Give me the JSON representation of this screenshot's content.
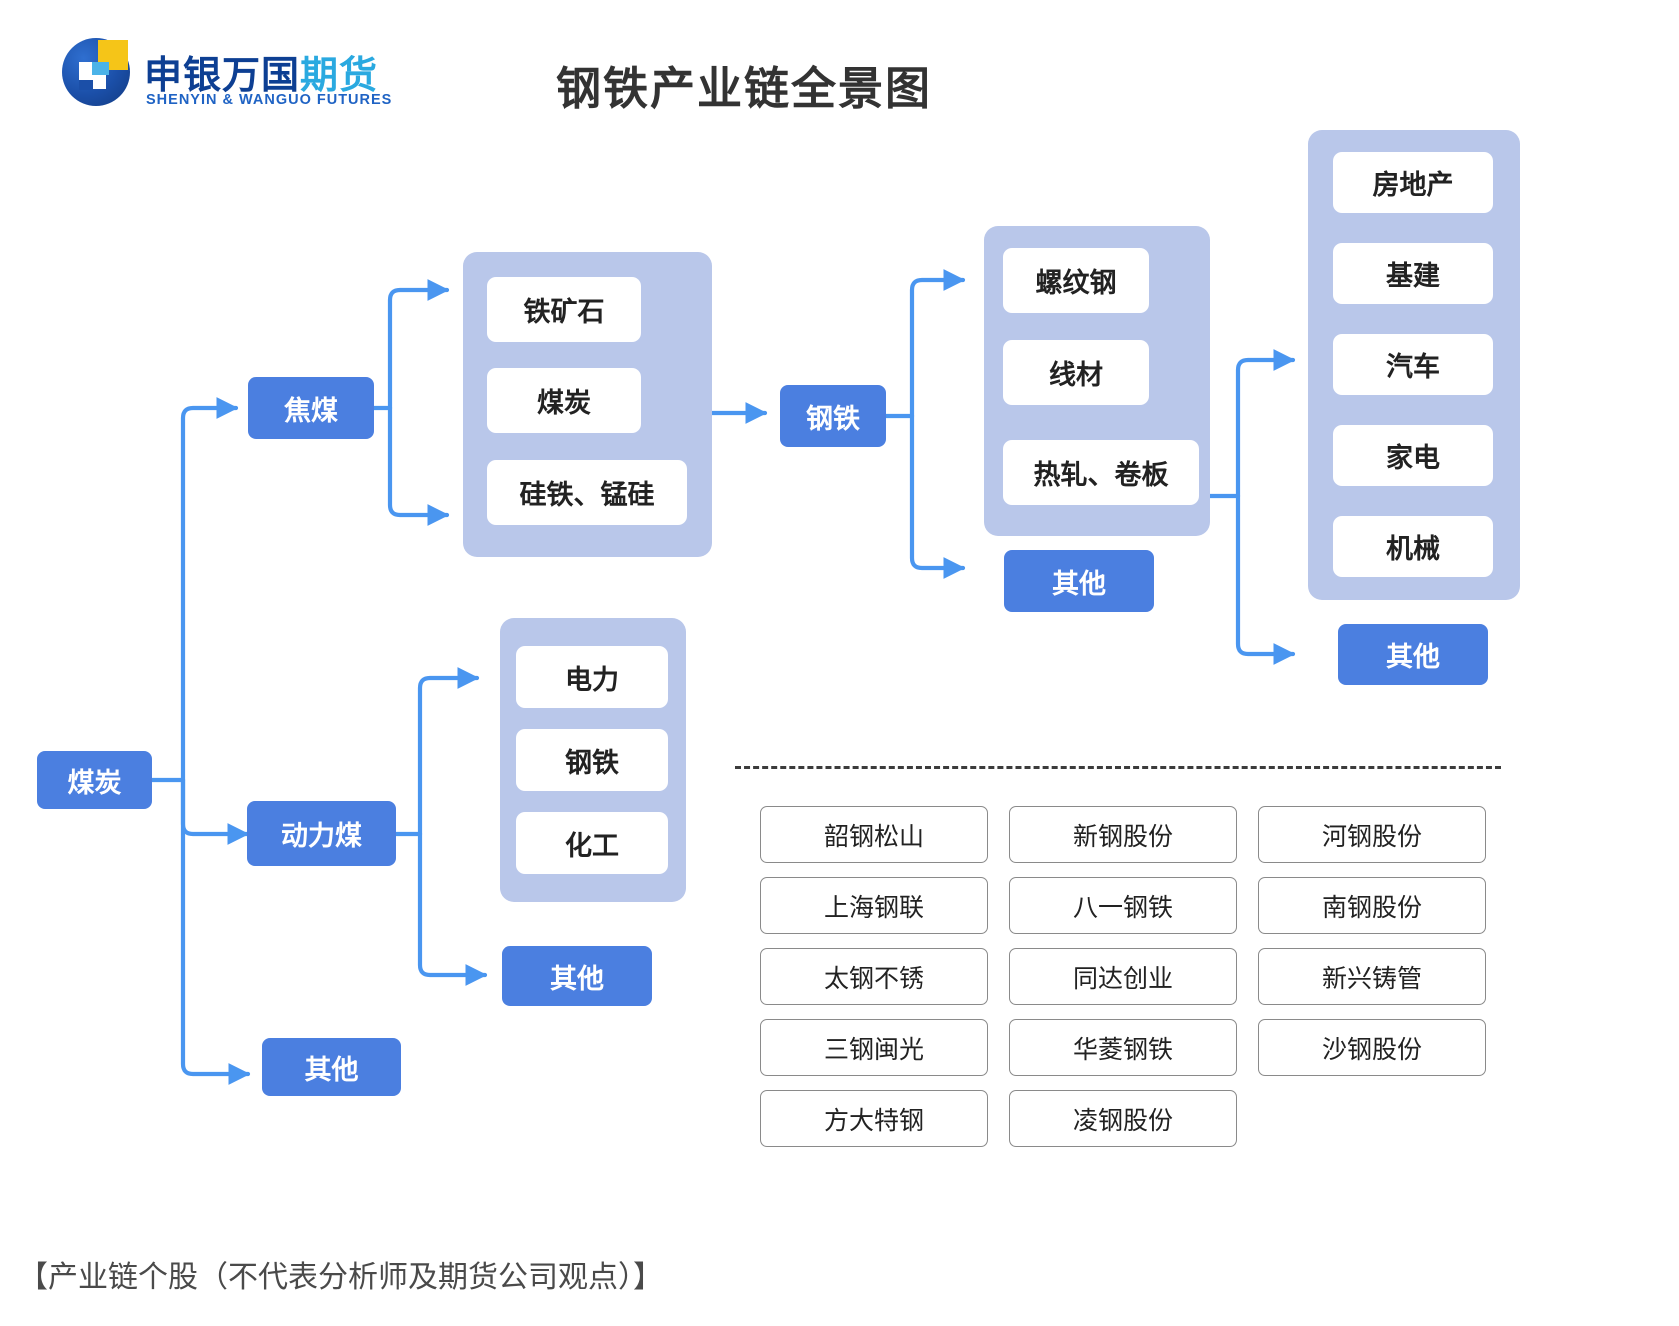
{
  "header": {
    "title": "钢铁产业链全景图",
    "logo": {
      "name_cn_dark": "申银万国",
      "name_cn_light": "期货",
      "name_en": "SHENYIN & WANGUO FUTURES"
    }
  },
  "colors": {
    "node_blue": "#4b7fe0",
    "group_bg": "#b9c7ea",
    "connector": "#4a96f0",
    "title_text": "#333333",
    "logo_dark": "#0d3f93",
    "logo_light": "#2aa9e0",
    "logo_yellow": "#f5c518",
    "divider": "#3c3c3c",
    "stock_border": "#8a8a8a"
  },
  "flow": {
    "root": "煤炭",
    "level1": {
      "coking_coal": "焦煤",
      "thermal_coal": "动力煤",
      "other": "其他"
    },
    "coking_coal_group": [
      "铁矿石",
      "煤炭",
      "硅铁、锰硅"
    ],
    "thermal_coal_group": [
      "电力",
      "钢铁",
      "化工"
    ],
    "thermal_coal_other": "其他",
    "steel": "钢铁",
    "steel_products_group": [
      "螺纹钢",
      "线材",
      "热轧、卷板"
    ],
    "steel_products_other": "其他",
    "downstream_group": [
      "房地产",
      "基建",
      "汽车",
      "家电",
      "机械"
    ],
    "downstream_other": "其他"
  },
  "stocks": {
    "items": [
      "韶钢松山",
      "新钢股份",
      "河钢股份",
      "上海钢联",
      "八一钢铁",
      "南钢股份",
      "太钢不锈",
      "同达创业",
      "新兴铸管",
      "三钢闽光",
      "华菱钢铁",
      "沙钢股份",
      "方大特钢",
      "凌钢股份",
      ""
    ]
  },
  "footnote": "【产业链个股（不代表分析师及期货公司观点）】"
}
